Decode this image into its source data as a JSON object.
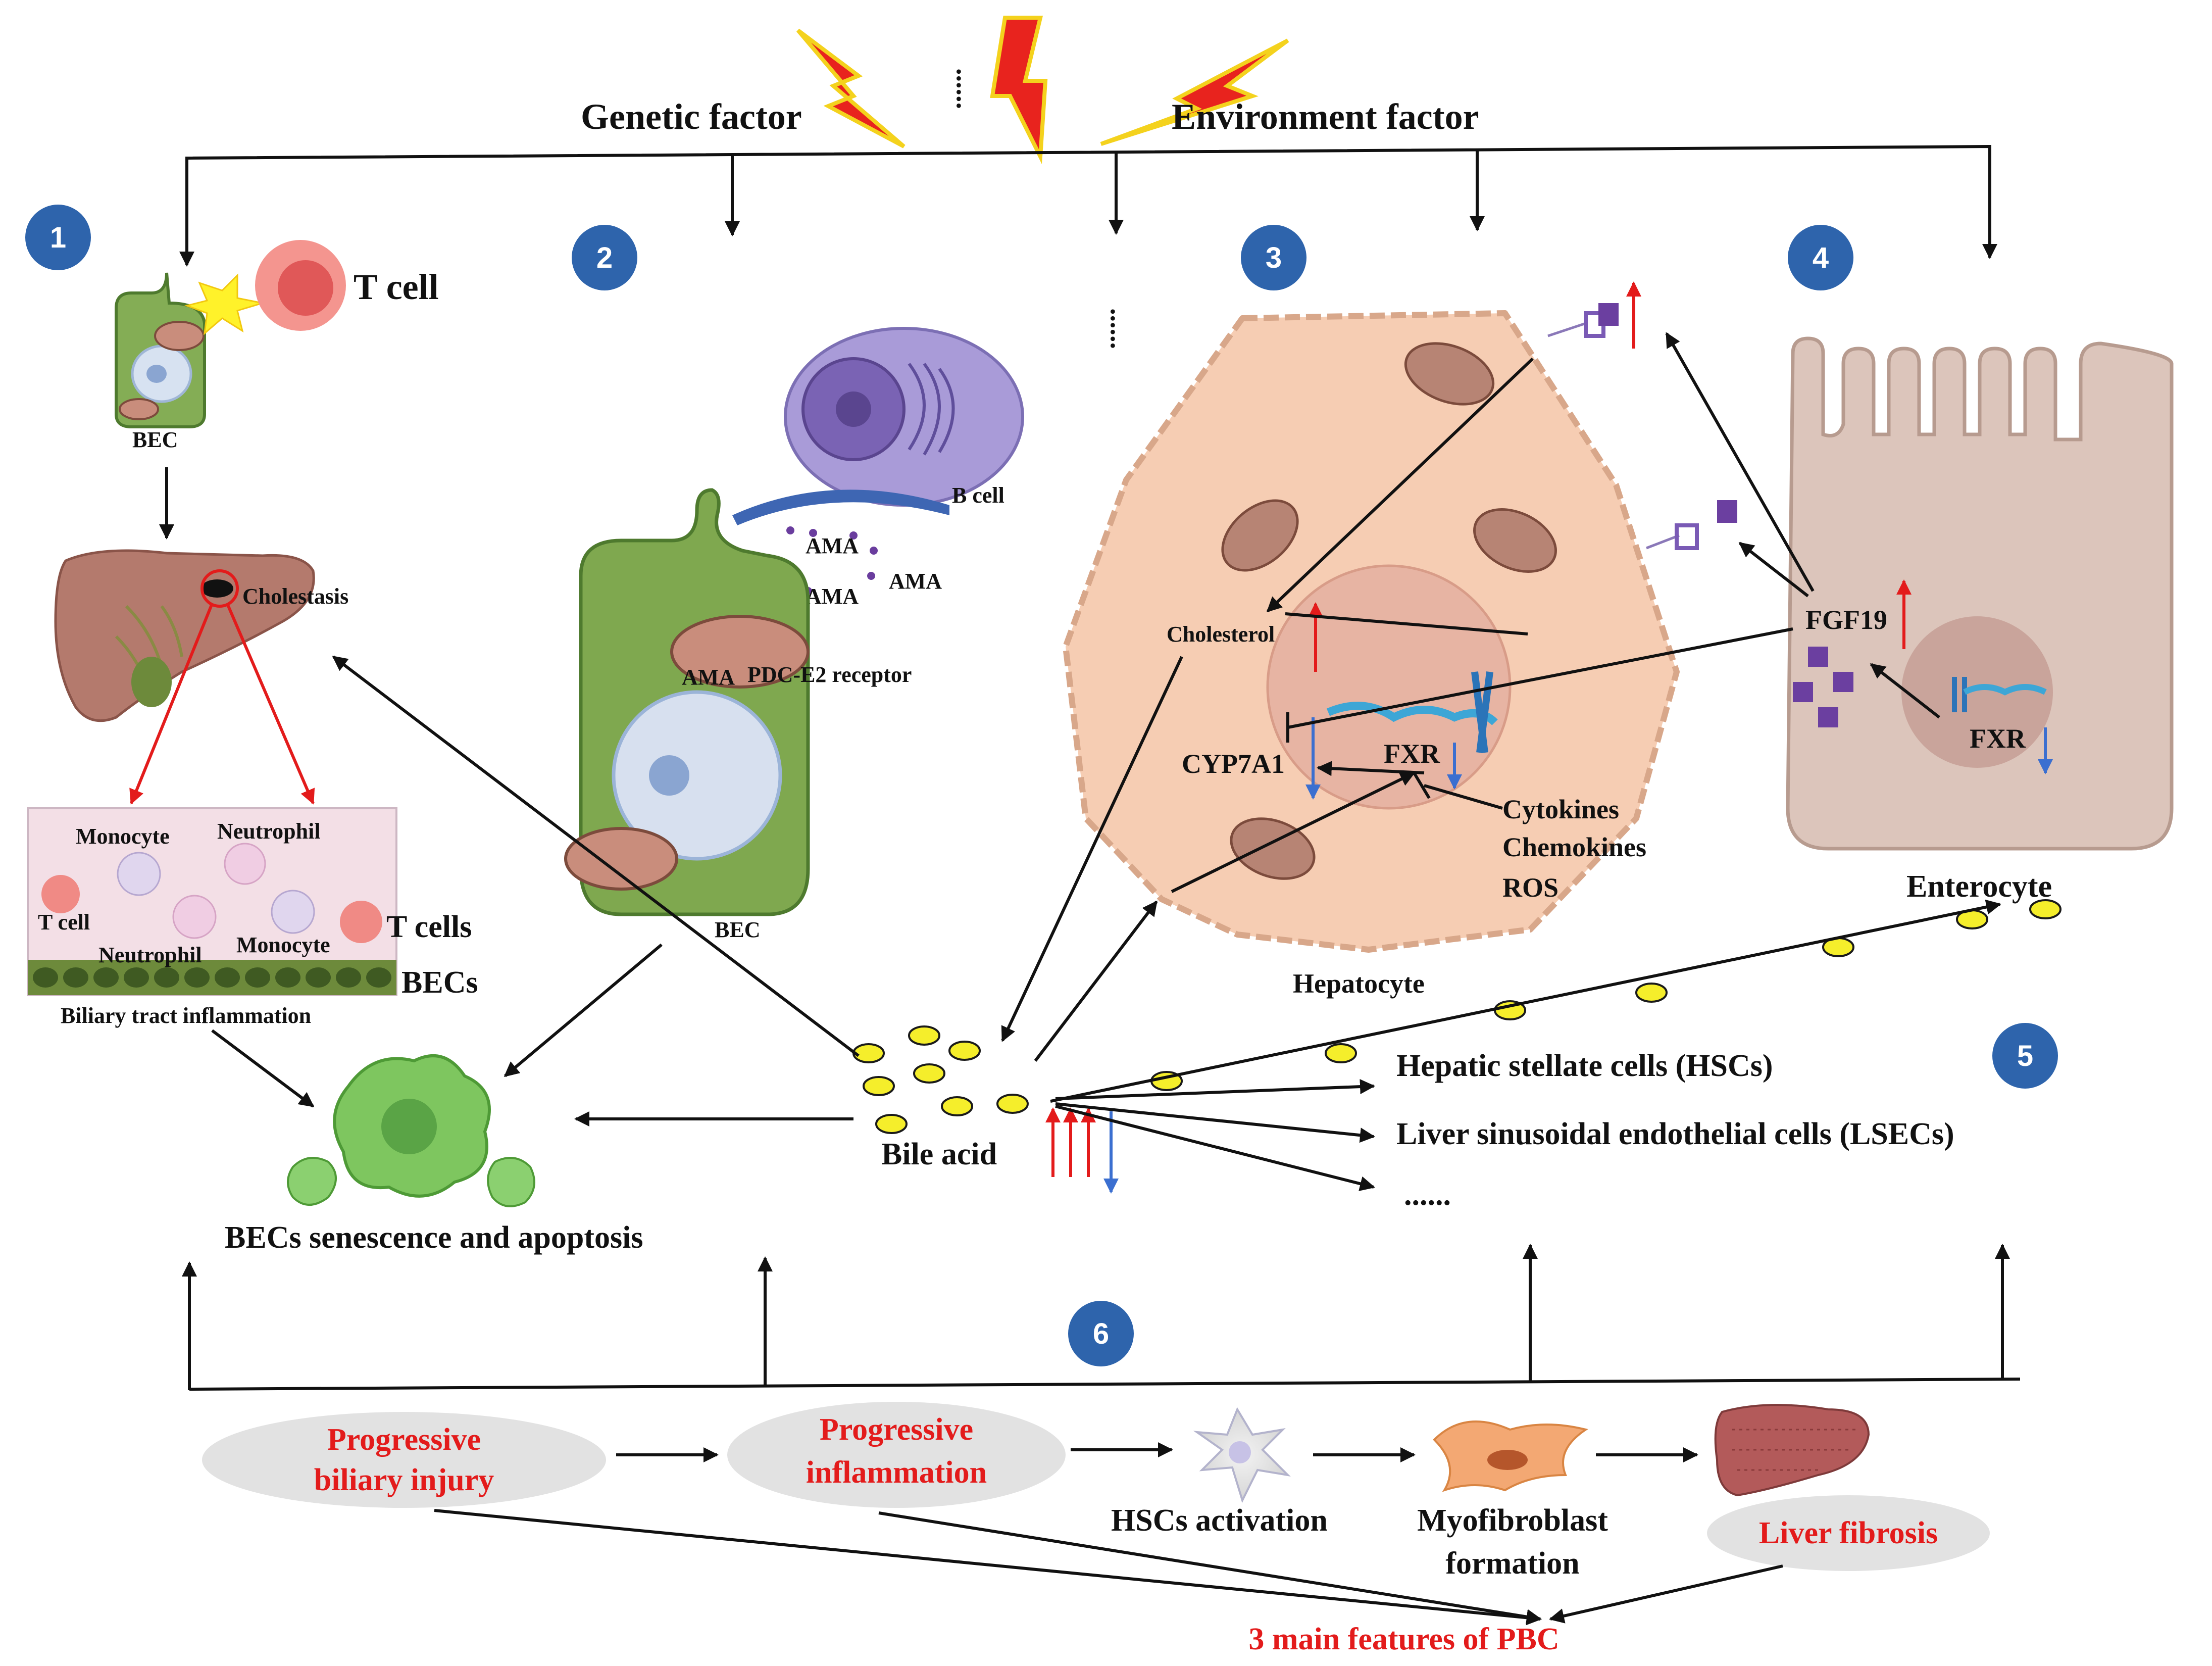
{
  "top": {
    "genetic": "Genetic factor",
    "environment": "Environment factor",
    "ellipsis_top": "......",
    "ellipsis_mid": "......"
  },
  "steps": [
    "1",
    "2",
    "3",
    "4",
    "5",
    "6"
  ],
  "panel1": {
    "t_cell_big": "T cell",
    "bec": "BEC",
    "cholestasis": "Cholestasis",
    "monocyte_1": "Monocyte",
    "neutrophil_1": "Neutrophil",
    "t_cell_small": "T cell",
    "neutrophil_2": "Neutrophil",
    "monocyte_2": "Monocyte",
    "t_cells": "T cells",
    "becs": "BECs",
    "inflammation": "Biliary tract inflammation"
  },
  "panel2": {
    "b_cell": "B cell",
    "ama_1": "AMA",
    "ama_2": "AMA",
    "ama_3": "AMA",
    "ama_receptor": "AMA",
    "receptor": "PDC-E2 receptor",
    "bec": "BEC"
  },
  "panel3": {
    "cholesterol": "Cholesterol",
    "cyp7a1": "CYP7A1",
    "fxr": "FXR",
    "cytokines": "Cytokines",
    "chemokines": "Chemokines",
    "ros": "ROS",
    "hepatocyte": "Hepatocyte"
  },
  "panel4": {
    "fgf19": "FGF19",
    "fxr": "FXR",
    "enterocyte": "Enterocyte"
  },
  "panel5": {
    "bile_acid": "Bile acid",
    "hsc": "Hepatic stellate cells (HSCs)",
    "lsec": "Liver sinusoidal endothelial cells (LSECs)",
    "ellipsis": "......"
  },
  "senescence": "BECs senescence and apoptosis",
  "bottom": {
    "biliary_1": "Progressive",
    "biliary_2": "biliary injury",
    "inflam_1": "Progressive",
    "inflam_2": "inflammation",
    "hsc_activation": "HSCs activation",
    "myo_1": "Myofibroblast",
    "myo_2": "formation",
    "fibrosis": "Liver fibrosis",
    "pbc": "3 main features of PBC"
  },
  "colors": {
    "step_circle": "#2e64ac",
    "red_text": "#e31b1b",
    "bec_green": "#7fa84f",
    "hepatocyte": "#f6cdb3",
    "enterocyte": "#dcc5bb",
    "bile_acid": "#f5ee2b"
  }
}
